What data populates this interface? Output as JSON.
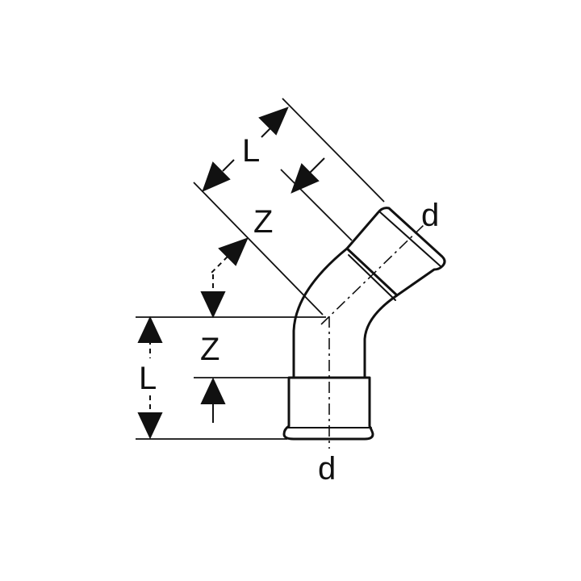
{
  "labels": {
    "L_diagonal": "L",
    "Z_diagonal": "Z",
    "d_top": "d",
    "Z_vertical": "Z",
    "L_vertical": "L",
    "d_bottom": "d"
  },
  "colors": {
    "line": "#111111",
    "background": "#ffffff"
  }
}
